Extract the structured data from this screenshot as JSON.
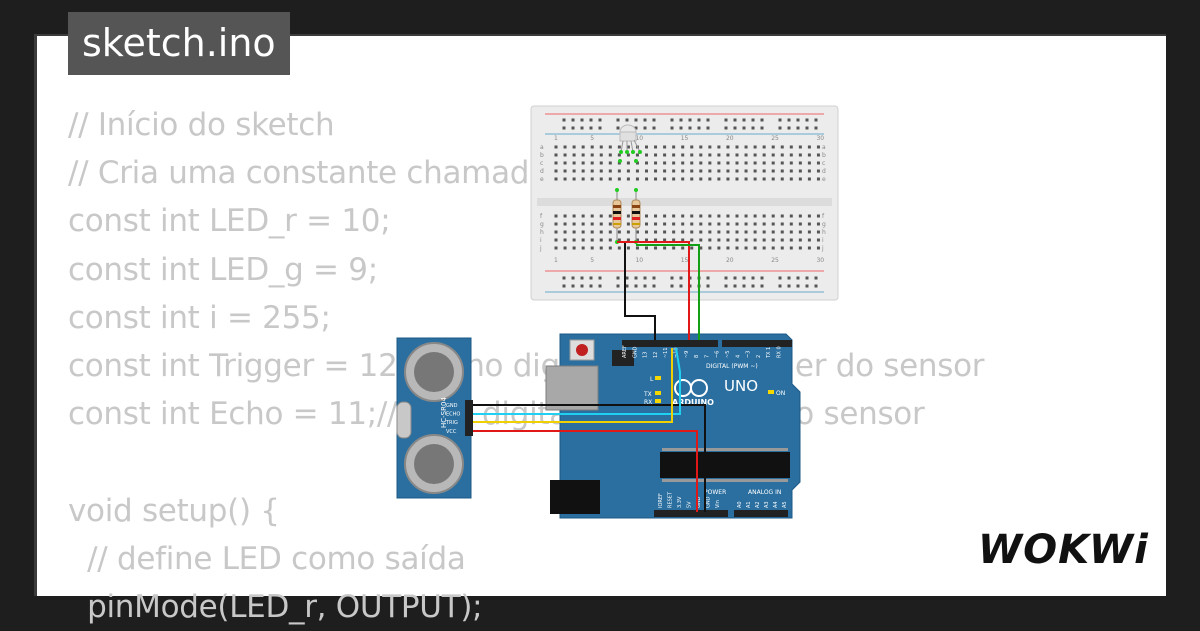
{
  "tab": {
    "filename": "sketch.ino"
  },
  "code_lines": [
    "// Início do sketch",
    "// Cria uma constante chamada",
    "const int LED_r = 10;",
    "const int LED_g = 9;",
    "const int i = 255;",
    "const int Trigger = 12;// pino digital para o trigger do sensor",
    "const int Echo = 11;// pino digital para o echo do sensor",
    "",
    "void setup() {",
    "  // define LED como saída",
    "  pinMode(LED_r, OUTPUT);"
  ],
  "sensor": {
    "model": "HC-SR04",
    "pins": [
      "GND",
      "ECHO",
      "TRIG",
      "VCC"
    ]
  },
  "arduino": {
    "model": "UNO",
    "brand": "ARDUINO",
    "digital_header": "DIGITAL (PWM ~)",
    "power_label": "POWER",
    "analog_label": "ANALOG IN",
    "led_labels": [
      "L",
      "TX",
      "RX"
    ],
    "on_label": "ON",
    "top_pins": [
      "AREF",
      "GND",
      "13",
      "12",
      "~11",
      "~10",
      "~9",
      "8",
      "7",
      "~6",
      "~5",
      "4",
      "~3",
      "2",
      "TX 1",
      "RX 0"
    ],
    "power_pins": [
      "IOREF",
      "RESET",
      "3.3V",
      "5V",
      "GND",
      "GND",
      "Vin"
    ],
    "analog_pins": [
      "A0",
      "A1",
      "A2",
      "A3",
      "A4",
      "A5"
    ]
  },
  "breadboard": {
    "columns": [
      "1",
      "5",
      "10",
      "15",
      "20",
      "25",
      "30"
    ],
    "rows_top": [
      "a",
      "b",
      "c",
      "d",
      "e"
    ],
    "rows_bottom": [
      "f",
      "g",
      "h",
      "i",
      "j"
    ]
  },
  "wire_colors": {
    "black": "#111111",
    "red": "#e01818",
    "green": "#14a014",
    "yellow": "#f0d000",
    "cyan": "#20d0f0"
  },
  "logo": "WOKWi"
}
